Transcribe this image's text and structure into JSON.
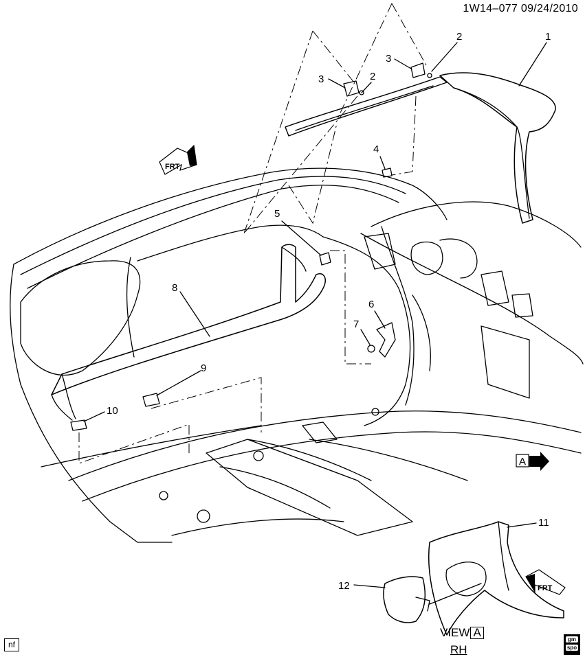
{
  "header": {
    "code": "1W14–077  09/24/2010"
  },
  "callouts": [
    {
      "id": "c1",
      "label": "1"
    },
    {
      "id": "c2a",
      "label": "2"
    },
    {
      "id": "c2b",
      "label": "2"
    },
    {
      "id": "c3a",
      "label": "3"
    },
    {
      "id": "c3b",
      "label": "3"
    },
    {
      "id": "c4",
      "label": "4"
    },
    {
      "id": "c5",
      "label": "5"
    },
    {
      "id": "c6",
      "label": "6"
    },
    {
      "id": "c7",
      "label": "7"
    },
    {
      "id": "c8",
      "label": "8"
    },
    {
      "id": "c9",
      "label": "9"
    },
    {
      "id": "c10",
      "label": "10"
    },
    {
      "id": "c11",
      "label": "11"
    },
    {
      "id": "c12",
      "label": "12"
    }
  ],
  "frt_arrows": [
    {
      "label": "FRT"
    },
    {
      "label": "FRT"
    }
  ],
  "view_arrow": {
    "letter": "A"
  },
  "view": {
    "word": "VIEW",
    "letter": "A",
    "side": "RH"
  },
  "footer": {
    "tag": "nf",
    "logo_top": "gm",
    "logo_bottom": "spo"
  }
}
